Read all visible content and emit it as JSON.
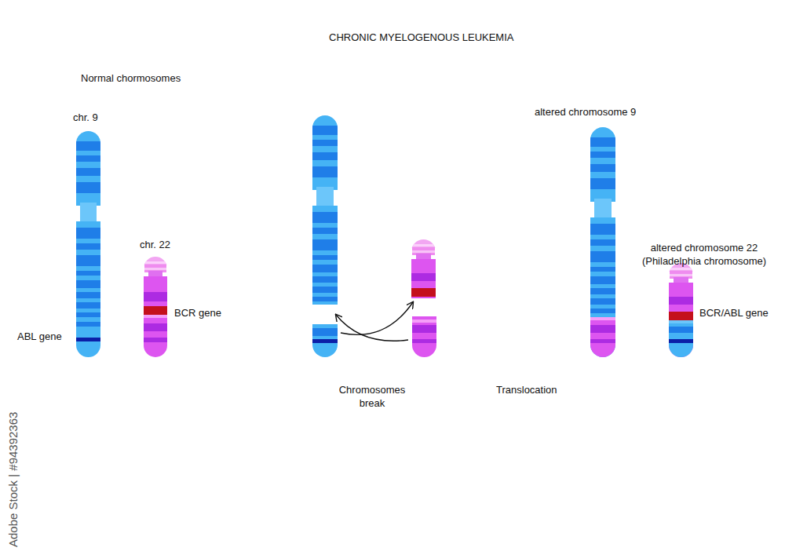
{
  "diagram": {
    "title": "CHRONIC MYELOGENOUS LEUKEMIA",
    "labels": [
      "Normal chormosomes",
      "chr. 9",
      "chr. 22",
      "ABL gene",
      "BCR gene",
      "Chromosomes break",
      "Translocation",
      "altered chromosome 9",
      "altered chromosome 22 (Philadelphia chromosome)",
      "BCR/ABL gene",
      "Adobe Stock | #94392363"
    ]
  }
}
